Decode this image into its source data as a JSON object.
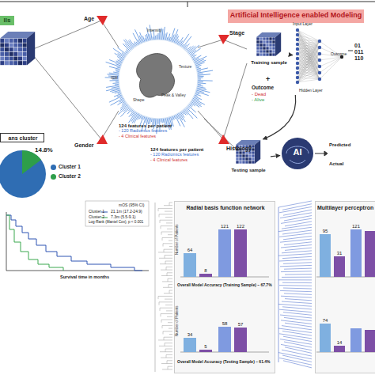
{
  "diagram": {
    "nodes": [
      {
        "text": [
          "lls"
        ]
      },
      {
        "text": [
          "Artificial Intelligence enabled Modeling"
        ]
      },
      {
        "text": [
          "Training sample"
        ]
      },
      {
        "text": [
          "Input Layer",
          "Hidden Layer",
          "Outcome"
        ]
      },
      {
        "text": [
          "Testing sample"
        ]
      },
      {
        "text": [
          "AI"
        ]
      },
      {
        "text": [
          "ans cluster"
        ]
      },
      {
        "text": [
          "Radial basis function network"
        ]
      },
      {
        "text": [
          "Multilayer perceptron"
        ]
      }
    ],
    "edges": [
      {
        "from": 2,
        "to": 3,
        "arrow": "to"
      },
      {
        "from": 4,
        "to": 5,
        "arrow": "to"
      },
      {
        "from": 3,
        "to": 4,
        "arrow": "to"
      }
    ],
    "labels": [
      "Age",
      "Gender",
      "Stage",
      "Histology",
      "Intensity",
      "ISM",
      "Texture",
      "Shape",
      "Peak & Valley",
      "124 features per patient",
      "- 120 Radiomics features",
      "- 4 Clinical features",
      "+",
      "Outcome",
      "- Dead",
      "- Alive",
      "01",
      "011",
      "110",
      "124 features per patient",
      "- 120 Radiomics features",
      "- 4 Clinical features",
      "Predicted",
      "Actual",
      "14.8%",
      "mOS (95% CI)",
      "Cluster 1",
      "21.1m (17.2-24.9)",
      "Cluster 2",
      "7.3m (5.5-9.1)",
      "Log-Rank (Mantel Cox), p < 0.001",
      "Survival time in months",
      "64",
      "8",
      "121",
      "122",
      "Overall Model Accuracy (Training Sample) – 67.7%",
      "34",
      "5",
      "58",
      "57",
      "Overall Model Accuracy (Testing Sample) – 61.4%",
      "Number of Patients",
      "Number of Patients",
      "95",
      "31",
      "121",
      "74",
      "14"
    ],
    "legend": [
      {
        "text": "Cluster 1",
        "color": "#2f6db3"
      },
      {
        "text": "Cluster 2",
        "color": "#2e9e4a"
      }
    ]
  }
}
